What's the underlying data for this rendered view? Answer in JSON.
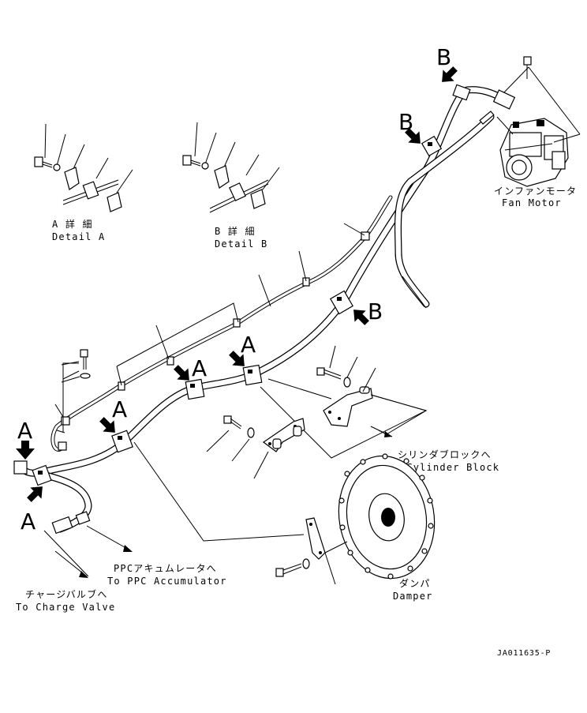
{
  "callouts": {
    "a": "A",
    "b": "B"
  },
  "detail_a": {
    "jp": "A 詳 細",
    "en": "Detail A"
  },
  "detail_b": {
    "jp": "B 詳 細",
    "en": "Detail B"
  },
  "fan_motor": {
    "jp": "インファンモータ",
    "en": "Fan Motor"
  },
  "cylinder_block": {
    "jp": "シリンダブロックへ",
    "en": "To Cylinder Block"
  },
  "ppc_accumulator": {
    "jp": "PPCアキュムレータへ",
    "en": "To PPC Accumulator"
  },
  "charge_valve": {
    "jp": "チャージバルブへ",
    "en": "To Charge Valve"
  },
  "damper": {
    "jp": "ダンパ",
    "en": "Damper"
  },
  "drawing_number": "JA011635-P",
  "icons": [
    "callout-arrow-icon",
    "bolt-icon",
    "washer-icon",
    "clamp-icon",
    "bracket-icon",
    "fan-motor-icon",
    "damper-disc-icon"
  ]
}
